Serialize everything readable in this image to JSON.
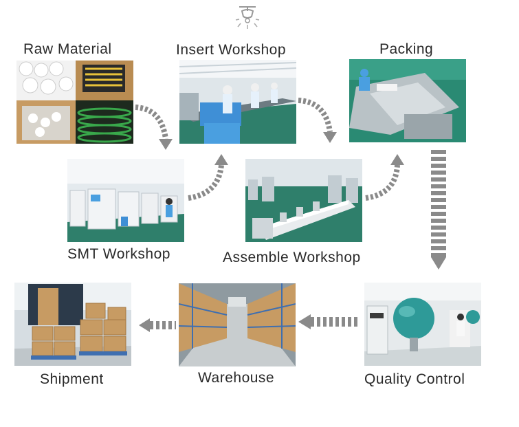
{
  "steps": {
    "raw_material": {
      "label": "Raw Material"
    },
    "insert_workshop": {
      "label": "Insert Workshop"
    },
    "packing": {
      "label": "Packing"
    },
    "smt_workshop": {
      "label": "SMT Workshop"
    },
    "assemble_workshop": {
      "label": "Assemble Workshop"
    },
    "quality_control": {
      "label": "Quality Control"
    },
    "warehouse": {
      "label": "Warehouse"
    },
    "shipment": {
      "label": "Shipment"
    }
  },
  "icons": {
    "top": "lamp-icon",
    "flow": "dashed-arrow-icon"
  },
  "colors": {
    "arrow": "#8a8a8a",
    "label": "#2a2a2a",
    "factory_floor": "#2f7f6b",
    "cardboard": "#c79b63",
    "worker_blue": "#4a9fe0"
  }
}
